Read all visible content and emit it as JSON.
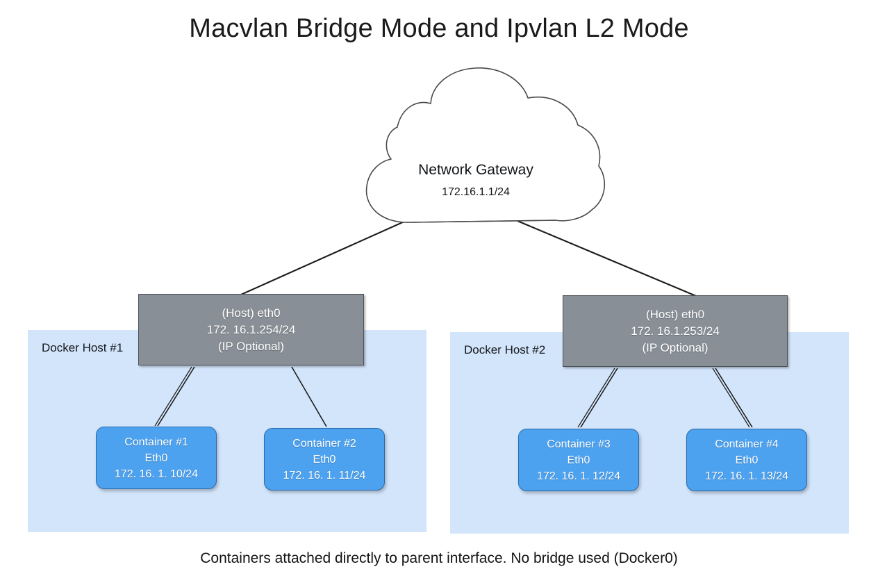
{
  "diagram": {
    "title": "Macvlan Bridge Mode and Ipvlan L2 Mode",
    "caption": "Containers attached directly to parent interface. No bridge used (Docker0)",
    "colors": {
      "background": "#ffffff",
      "host_panel": "#d3e5fb",
      "host_nic": "#888f96",
      "host_nic_border": "#4b5157",
      "container": "#4da2f0",
      "container_border": "#2b6aa8",
      "line": "#1c1c1c",
      "text_dark": "#141414",
      "text_light": "#ffffff"
    }
  },
  "cloud": {
    "name": "network-gateway-cloud",
    "title": "Network Gateway",
    "subtitle": "172.16.1.1/24"
  },
  "hosts": [
    {
      "panel_label": "Docker Host #1",
      "nic": {
        "line1": "(Host) eth0",
        "line2": "172. 16.1.254/24",
        "line3": "(IP Optional)"
      },
      "containers": [
        {
          "name": "Container #1",
          "interface": "Eth0",
          "address": "172. 16. 1. 10/24"
        },
        {
          "name": "Container #2",
          "interface": "Eth0",
          "address": "172. 16. 1. 11/24"
        }
      ]
    },
    {
      "panel_label": "Docker Host #2",
      "nic": {
        "line1": "(Host) eth0",
        "line2": "172. 16.1.253/24",
        "line3": "(IP Optional)"
      },
      "containers": [
        {
          "name": "Container #3",
          "interface": "Eth0",
          "address": "172. 16. 1. 12/24"
        },
        {
          "name": "Container #4",
          "interface": "Eth0",
          "address": "172. 16. 1. 13/24"
        }
      ]
    }
  ]
}
